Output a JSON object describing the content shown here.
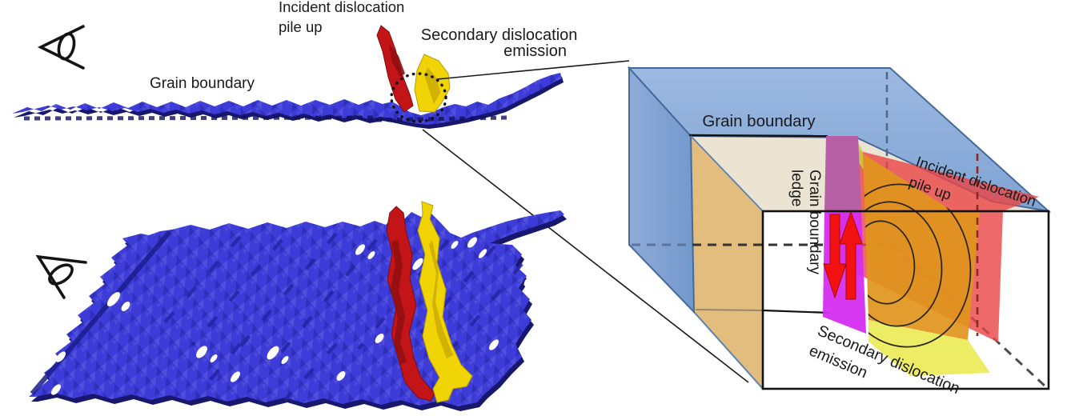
{
  "figure": {
    "side_view": {
      "grain_boundary": "Grain boundary",
      "incident_line1": "Incident dislocation",
      "incident_line2": "pile up",
      "secondary_line1": "Secondary dislocation",
      "secondary_line2": "emission"
    },
    "schematic": {
      "grain_boundary": "Grain boundary",
      "ledge_line1": "Grain boundary",
      "ledge_line2": "ledge",
      "incident_line1": "Incident dislocation",
      "incident_line2": "pile up",
      "secondary_line1": "Secondary dislocation",
      "secondary_line2": "emission"
    }
  },
  "colors": {
    "render_blue": "#3d3cd8",
    "render_blue_dark": "#17176e",
    "render_red": "#c31417",
    "render_yellow": "#f0d405",
    "box_blue_edge": "#46699c",
    "beige": "#ece4d2",
    "tan": "#e3bd7e",
    "magenta_upper": "#b65fa5",
    "magenta_lower": "#d42ef0",
    "plane_orange": "#e0951c",
    "plane_red": "#ea4545",
    "plane_yellow": "#e9e93e",
    "arrow_red": "#f31212"
  }
}
